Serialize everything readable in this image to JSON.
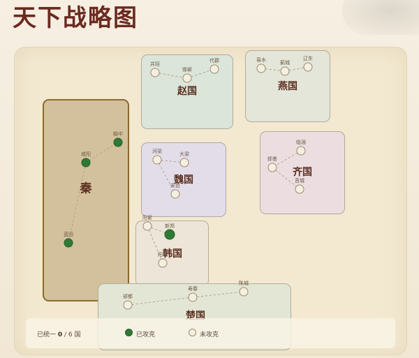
{
  "title": "天下战略图",
  "colors": {
    "conquered": "#2e7a35",
    "unconquered": "#f5efe2",
    "qin": "#d2c19c",
    "zhao": "#dbe5d9",
    "yan": "#e3e6d8",
    "wei": "#e2dde9",
    "qi": "#ecdde0",
    "han": "#ece5d8",
    "chu": "#e3e6d4"
  },
  "regions": {
    "qin": {
      "name": "秦"
    },
    "zhao": {
      "name": "赵国"
    },
    "yan": {
      "name": "燕国"
    },
    "wei": {
      "name": "魏国"
    },
    "qi": {
      "name": "齐国"
    },
    "han": {
      "name": "韩国"
    },
    "chu": {
      "name": "楚国"
    }
  },
  "cities": [
    {
      "id": "xianyang",
      "label": "咸阳",
      "region": "qin",
      "conquered": true
    },
    {
      "id": "yuzhong",
      "label": "榆中",
      "region": "qin",
      "conquered": true
    },
    {
      "id": "nanzheng",
      "label": "蓝田",
      "region": "qin",
      "conquered": true
    },
    {
      "id": "jinyang",
      "label": "井陉",
      "region": "zhao",
      "conquered": false
    },
    {
      "id": "handan",
      "label": "邯郸",
      "region": "zhao",
      "conquered": false
    },
    {
      "id": "dai",
      "label": "代郡",
      "region": "zhao",
      "conquered": false
    },
    {
      "id": "yishui",
      "label": "易水",
      "region": "yan",
      "conquered": false
    },
    {
      "id": "ji",
      "label": "蓟城",
      "region": "yan",
      "conquered": false
    },
    {
      "id": "liaodong",
      "label": "辽东",
      "region": "yan",
      "conquered": false
    },
    {
      "id": "heyang",
      "label": "河梁",
      "region": "wei",
      "conquered": false
    },
    {
      "id": "daliang",
      "label": "大梁",
      "region": "wei",
      "conquered": false
    },
    {
      "id": "anyi",
      "label": "安邑",
      "region": "wei",
      "conquered": false
    },
    {
      "id": "linzi",
      "label": "临淄",
      "region": "qi",
      "conquered": false
    },
    {
      "id": "jimo",
      "label": "即墨",
      "region": "qi",
      "conquered": false
    },
    {
      "id": "ju",
      "label": "莒城",
      "region": "qi",
      "conquered": false
    },
    {
      "id": "yangzhai",
      "label": "阳翟",
      "region": "han",
      "conquered": false
    },
    {
      "id": "xinzheng",
      "label": "新郑",
      "region": "han",
      "conquered": true
    },
    {
      "id": "yiyang",
      "label": "阳城",
      "region": "han",
      "conquered": false
    },
    {
      "id": "ying",
      "label": "郢都",
      "region": "chu",
      "conquered": false
    },
    {
      "id": "shouchun",
      "label": "寿春",
      "region": "chu",
      "conquered": false
    },
    {
      "id": "chen",
      "label": "陈城",
      "region": "chu",
      "conquered": false
    }
  ],
  "legend": {
    "unified_prefix": "已统一",
    "unified_count": "0",
    "unified_suffix": "/ 6 国",
    "conquered_label": "已攻克",
    "unconquered_label": "未攻克"
  }
}
